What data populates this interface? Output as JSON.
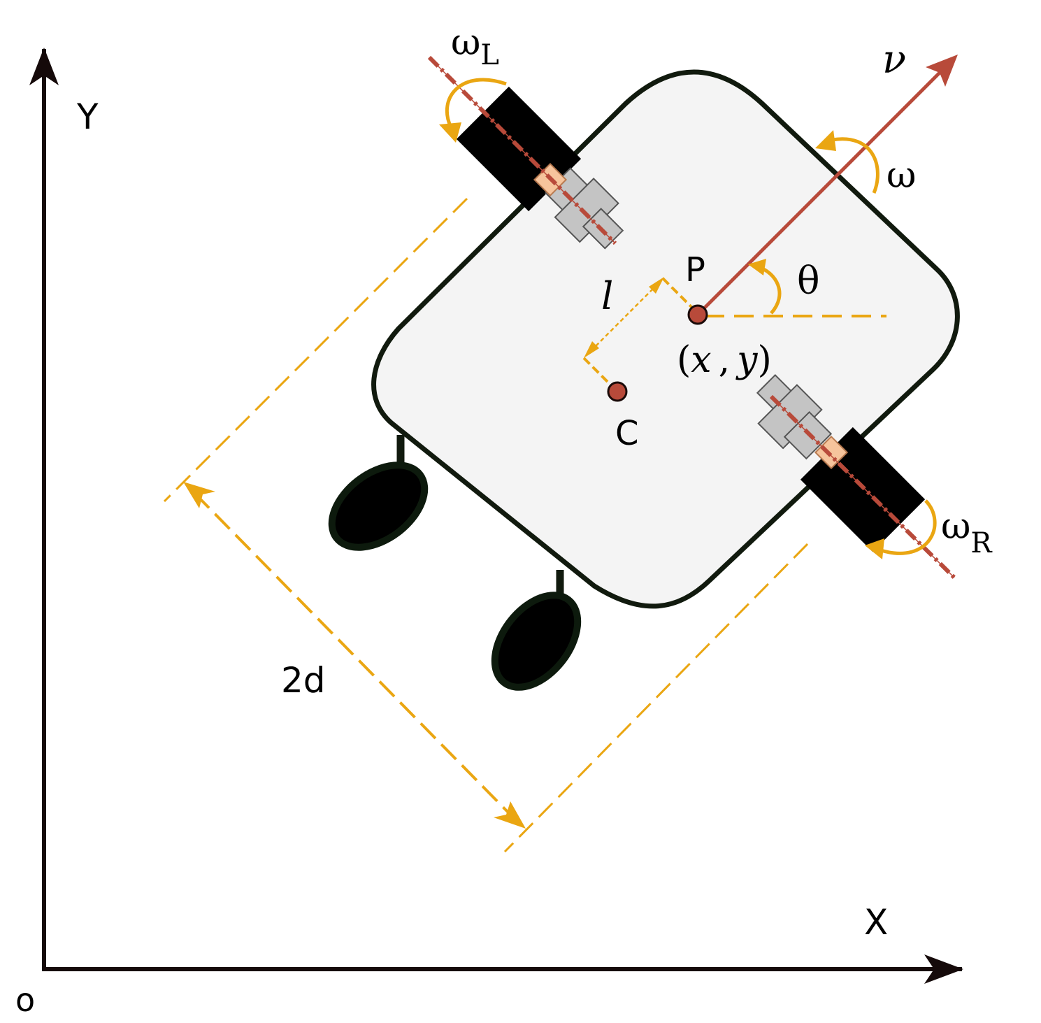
{
  "colors": {
    "axis": "#150a0a",
    "body_fill": "#f4f4f4",
    "body_stroke": "#111a0e",
    "wheel": "#000000",
    "caster": "#0d1a0d",
    "accent_red": "#b84a3a",
    "accent_orange": "#eaa612",
    "motor_fill": "#c4c4c4",
    "motor_stroke": "#555555",
    "coupling": "#f6c49c"
  },
  "labels": {
    "origin": "o",
    "axis_x": "X",
    "axis_y": "Y",
    "velocity": "ν",
    "omega": "ω",
    "omega_l_main": "ω",
    "omega_l_sub": "L",
    "omega_r_main": "ω",
    "omega_r_sub": "R",
    "point_p": "P",
    "point_c": "C",
    "theta": "θ",
    "offset_l": "l",
    "coords_open": "(",
    "coords_x": "x",
    "coords_comma": ",",
    "coords_y": "y",
    "coords_close": ")",
    "wheel_separation": "2d"
  }
}
